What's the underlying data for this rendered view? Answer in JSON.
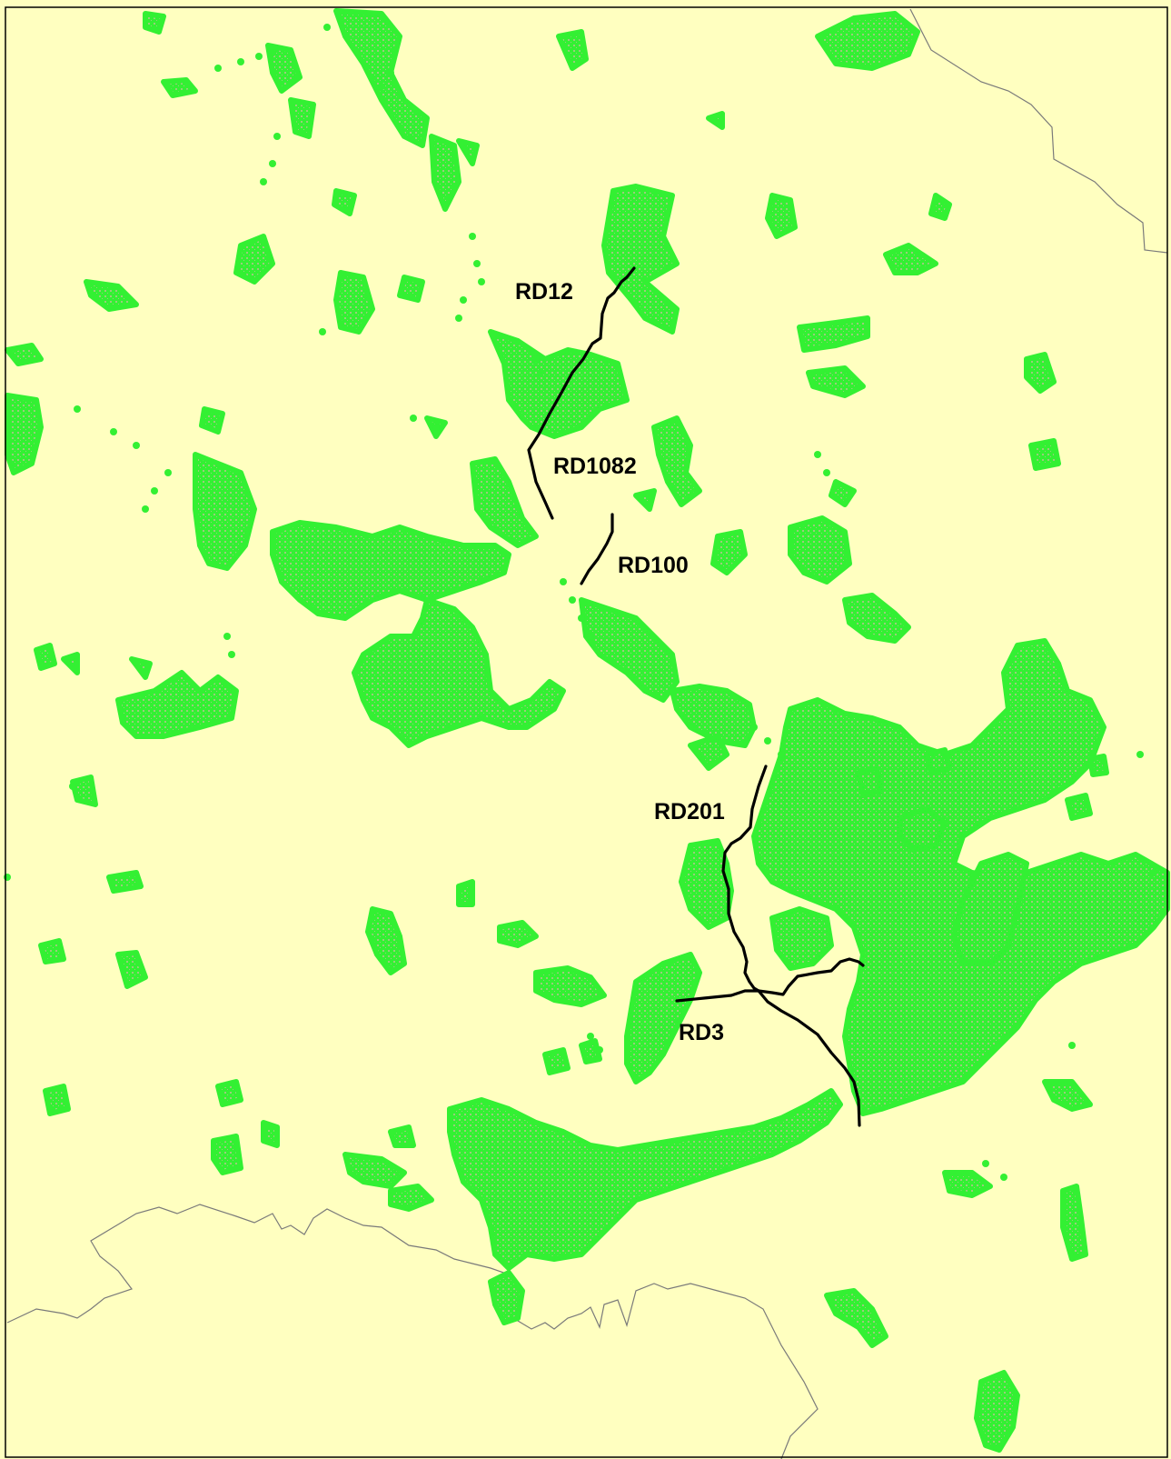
{
  "map": {
    "colors": {
      "background": "#FFFFC0",
      "urban": "#33F033",
      "urban_texture": "#9ACD7A",
      "road": "#000000",
      "boundary": "#7A7A7A",
      "frame": "#000000"
    },
    "roads": [
      {
        "id": "rd12",
        "label": "RD12"
      },
      {
        "id": "rd1082",
        "label": "RD1082"
      },
      {
        "id": "rd100",
        "label": "RD100"
      },
      {
        "id": "rd201",
        "label": "RD201"
      },
      {
        "id": "rd3",
        "label": "RD3"
      }
    ]
  }
}
